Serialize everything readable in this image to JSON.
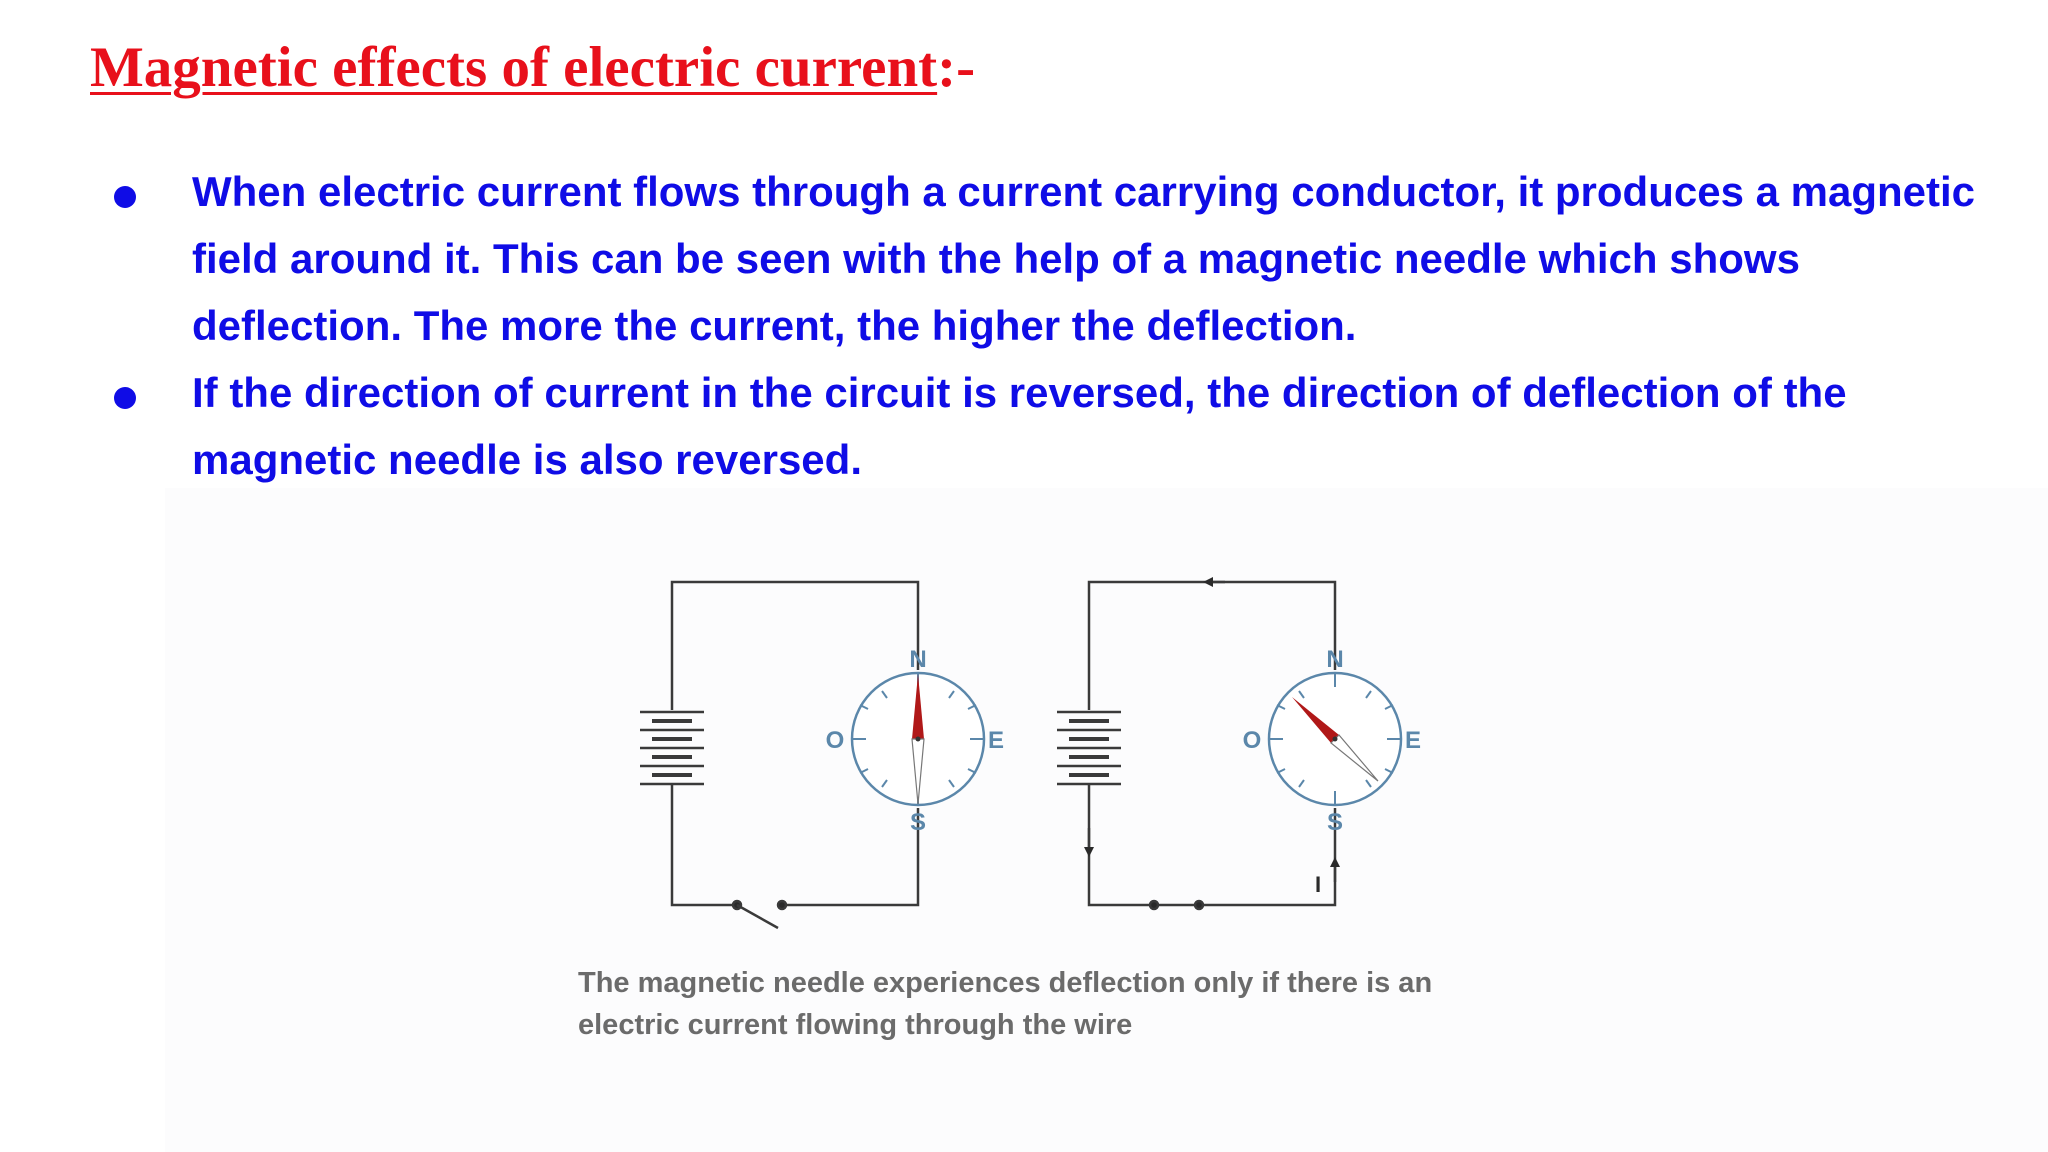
{
  "slide": {
    "title": "Magnetic effects of electric current",
    "title_suffix": ":-",
    "bullets": [
      "When electric current flows through a current carrying conductor, it produces a magnetic field around it. This can be seen with the help of a magnetic needle which shows deflection. The more the current, the higher the deflection.",
      "If the direction of current in the circuit is reversed, the direction of deflection of the magnetic needle is also reversed."
    ]
  },
  "figure": {
    "circuit_left": {
      "compass": {
        "n": "N",
        "s": "S",
        "o": "O",
        "e": "E"
      },
      "switch": "open"
    },
    "circuit_right": {
      "compass": {
        "n": "N",
        "s": "S",
        "o": "O",
        "e": "E"
      },
      "switch": "closed",
      "current_label": "I"
    },
    "caption": "The magnetic needle experiences deflection only if there is an electric current flowing through the wire"
  },
  "colors": {
    "title": "#e8101b",
    "text": "#0f0ce6",
    "caption": "#6b6b6b",
    "compass": "#5b87aa",
    "needle": "#b01818"
  }
}
